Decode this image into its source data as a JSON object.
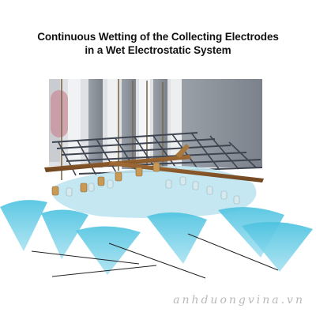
{
  "title": {
    "line1": "Continuous Wetting of the Collecting Electrodes",
    "line2": "in a Wet Electrostatic System"
  },
  "watermark": "anhduongvina.vn",
  "colors": {
    "background": "#ffffff",
    "electrode_panel": "#8a8f96",
    "panel_light": "#e6e7ea",
    "grid_rail": "#3f4550",
    "copper_pipe": "#8a5a2b",
    "nozzle_brass": "#c89a55",
    "water_spray": "#6ccde6",
    "water_film": "#bfe4f0",
    "wire": "#222222",
    "watermark": "#b9b9b9"
  }
}
